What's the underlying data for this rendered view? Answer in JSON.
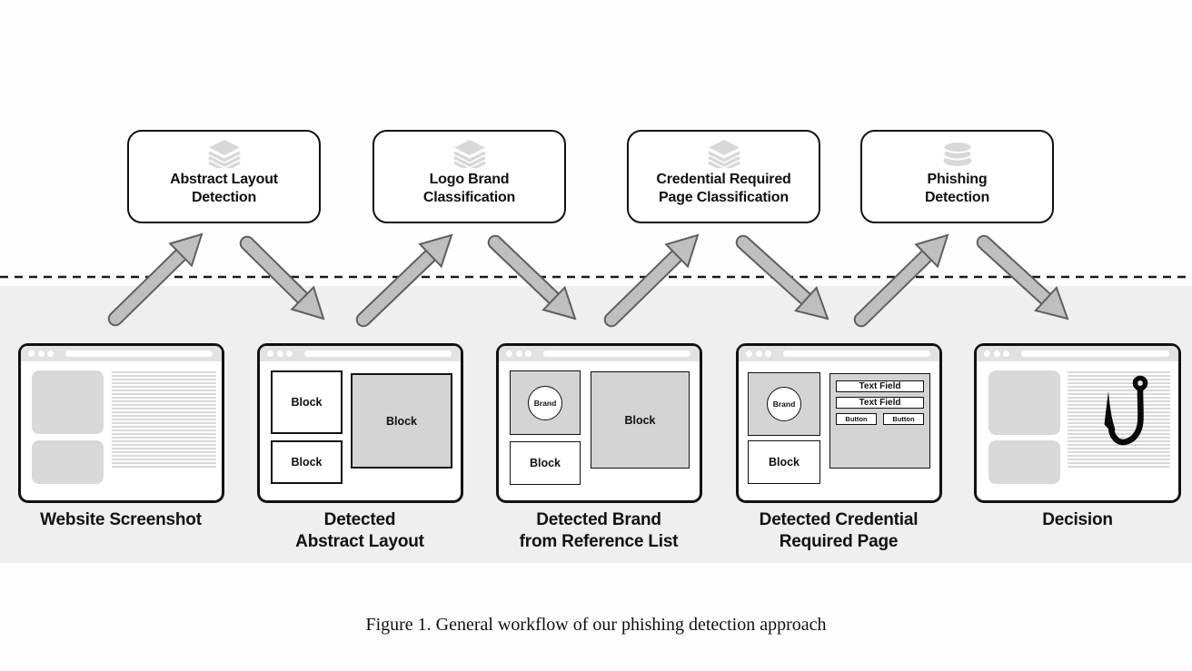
{
  "pipeline": {
    "models": [
      {
        "icon": "layers-icon",
        "title_lines": [
          "Abstract Layout",
          "Detection"
        ]
      },
      {
        "icon": "layers-icon",
        "title_lines": [
          "Logo Brand",
          "Classification"
        ]
      },
      {
        "icon": "layers-icon",
        "title_lines": [
          "Credential Required",
          "Page Classification"
        ]
      },
      {
        "icon": "database-icon",
        "title_lines": [
          "Phishing",
          "Detection"
        ]
      }
    ],
    "stages": [
      {
        "title_lines": [
          "Website Screenshot"
        ]
      },
      {
        "title_lines": [
          "Detected",
          "Abstract Layout"
        ],
        "left_top_block": "Block",
        "left_bottom_block": "Block",
        "right_block": "Block"
      },
      {
        "title_lines": [
          "Detected Brand",
          "from Reference List"
        ],
        "brand_label": "Brand",
        "left_bottom_block": "Block",
        "right_block": "Block"
      },
      {
        "title_lines": [
          "Detected Credential",
          "Required Page"
        ],
        "brand_label": "Brand",
        "left_bottom_block": "Block",
        "text_fields": [
          "Text Field",
          "Text Field"
        ],
        "buttons": [
          "Button",
          "Button"
        ]
      },
      {
        "title_lines": [
          "Decision"
        ]
      }
    ]
  },
  "caption": "Figure 1. General workflow of our phishing detection approach",
  "colors": {
    "band_background": "#efefef",
    "window_border": "#111111",
    "chrome_bar": "#e2e2e2",
    "placeholder_gray": "#d4d4d4",
    "text_line_gray": "#d9d9d9",
    "arrow_fill": "#bfbfbf",
    "arrow_outline": "#5f5f5f",
    "icon_gray": "#d8d8d8",
    "hook_black": "#0a0a0a",
    "dashed_line": "#1a1a1a"
  }
}
